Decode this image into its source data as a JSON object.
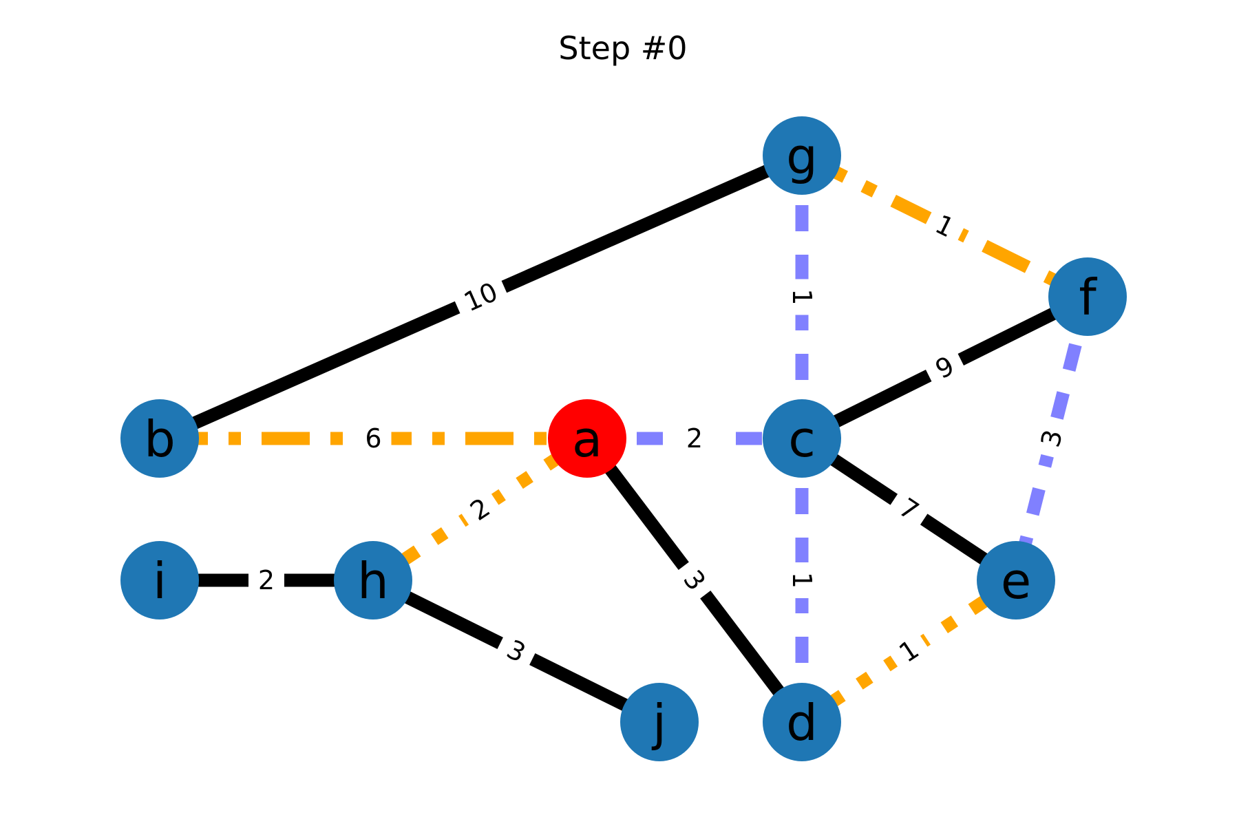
{
  "title": "Step #0",
  "colors": {
    "node_default": "#1f77b4",
    "node_current": "#ff0000",
    "edge_plain": "#000000",
    "edge_orange": "#ffa500",
    "edge_blue": "#8080ff",
    "label_bg": "#ffffff",
    "background": "#ffffff"
  },
  "nodes": [
    {
      "id": "a",
      "label": "a",
      "state": "current"
    },
    {
      "id": "b",
      "label": "b",
      "state": "default"
    },
    {
      "id": "c",
      "label": "c",
      "state": "default"
    },
    {
      "id": "d",
      "label": "d",
      "state": "default"
    },
    {
      "id": "e",
      "label": "e",
      "state": "default"
    },
    {
      "id": "f",
      "label": "f",
      "state": "default"
    },
    {
      "id": "g",
      "label": "g",
      "state": "default"
    },
    {
      "id": "h",
      "label": "h",
      "state": "default"
    },
    {
      "id": "i",
      "label": "i",
      "state": "default"
    },
    {
      "id": "j",
      "label": "j",
      "state": "default"
    }
  ],
  "edges": [
    {
      "source": "b",
      "target": "g",
      "weight": "10",
      "style": "plain"
    },
    {
      "source": "b",
      "target": "a",
      "weight": "6",
      "style": "orange"
    },
    {
      "source": "a",
      "target": "c",
      "weight": "2",
      "style": "blue"
    },
    {
      "source": "a",
      "target": "h",
      "weight": "2",
      "style": "orange"
    },
    {
      "source": "a",
      "target": "d",
      "weight": "3",
      "style": "plain"
    },
    {
      "source": "i",
      "target": "h",
      "weight": "2",
      "style": "plain"
    },
    {
      "source": "h",
      "target": "j",
      "weight": "3",
      "style": "plain"
    },
    {
      "source": "g",
      "target": "c",
      "weight": "1",
      "style": "blue"
    },
    {
      "source": "g",
      "target": "f",
      "weight": "1",
      "style": "orange"
    },
    {
      "source": "c",
      "target": "f",
      "weight": "9",
      "style": "plain"
    },
    {
      "source": "c",
      "target": "e",
      "weight": "7",
      "style": "plain"
    },
    {
      "source": "c",
      "target": "d",
      "weight": "1",
      "style": "blue"
    },
    {
      "source": "f",
      "target": "e",
      "weight": "3",
      "style": "blue"
    },
    {
      "source": "d",
      "target": "e",
      "weight": "1",
      "style": "orange"
    }
  ]
}
